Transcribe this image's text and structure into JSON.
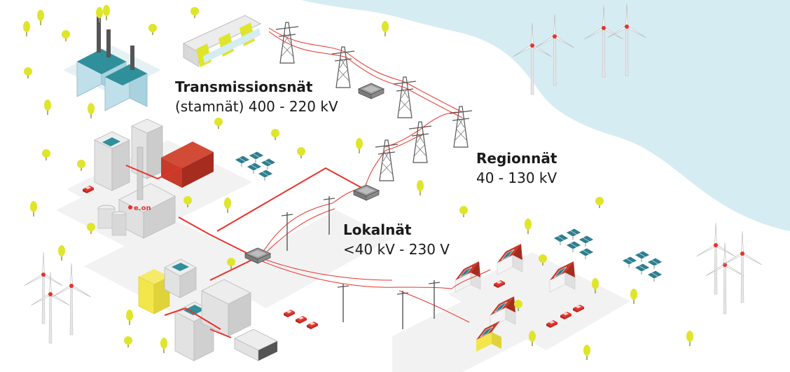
{
  "labels": {
    "transmission": {
      "title": "Transmissionsnät",
      "voltage": "(stamnät) 400 - 220 kV"
    },
    "regional": {
      "title": "Regionnät",
      "voltage": "40 - 130 kV"
    },
    "local": {
      "title": "Lokalnät",
      "voltage": "<40 kV - 230 V"
    }
  },
  "plant_logo": "e.on",
  "colors": {
    "sea": "#d6ecf3",
    "power_line": "#e8322b",
    "ground": "#f2f2f2",
    "tree": "#dfe52b",
    "building_teal": "#2f8f9a",
    "building_red": "#c83a2a",
    "building_yellow": "#f2e64a",
    "solar_panel": "#2e7f8f"
  },
  "icons": {
    "wind_turbine": "wind-turbine-icon",
    "pylon": "pylon-icon",
    "substation": "substation-icon",
    "tree": "tree-icon",
    "solar_panel": "solar-panel-icon",
    "car": "car-icon",
    "house": "house-icon"
  }
}
